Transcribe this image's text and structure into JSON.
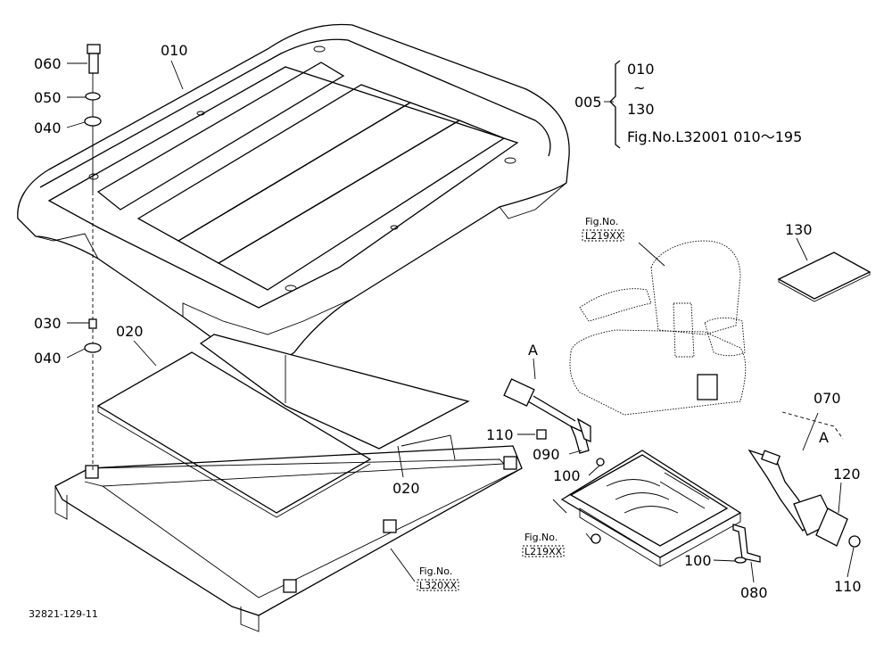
{
  "labels": {
    "p060": "060",
    "p050": "050",
    "p040a": "040",
    "p030": "030",
    "p040b": "040",
    "p010": "010",
    "p020a": "020",
    "p020b": "020",
    "p005": "005",
    "range_start": "010",
    "range_tilde": "~",
    "range_end": "130",
    "fig_ref": "Fig.No.L32001  010～195",
    "p130": "130",
    "fig_seat_top": "Fig.No.",
    "fig_seat_top_code": "L219XX",
    "view_a1": "A",
    "p110a": "110",
    "p090": "090",
    "p100a": "100",
    "fig_slide": "Fig.No.",
    "fig_slide_code": "L219XX",
    "p070": "070",
    "view_a2": "A",
    "p120": "120",
    "p100b": "100",
    "p080": "080",
    "p110b": "110",
    "fig_frame": "Fig.No.",
    "fig_frame_code": "L320XX",
    "drawing_no": "32821-129-11"
  }
}
